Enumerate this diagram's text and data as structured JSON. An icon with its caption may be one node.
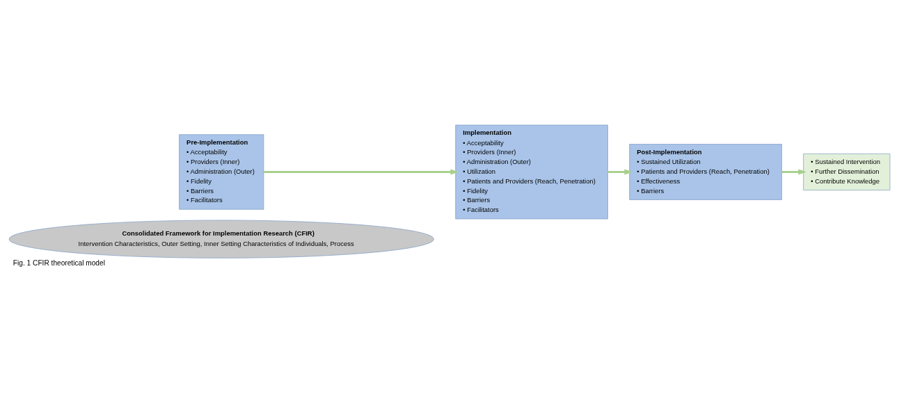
{
  "diagram": {
    "caption": "Fig. 1 CFIR theoretical model",
    "nodes": [
      {
        "text": [
          "Consolidated Framework for Implementation Research (CFIR)",
          "Intervention Characteristics, Outer Setting, Inner Setting Characteristics of Individuals, Process"
        ]
      },
      {
        "text": [
          "Pre-Implementation",
          "• Acceptability",
          "• Providers (Inner)",
          "• Administration (Outer)",
          "• Fidelity",
          "• Barriers",
          "• Facilitators"
        ]
      },
      {
        "text": [
          "Implementation",
          "• Acceptability",
          "• Providers (Inner)",
          "• Administration (Outer)",
          "• Utilization",
          "• Patients and Providers (Reach, Penetration)",
          "• Fidelity",
          "• Barriers",
          "• Facilitators"
        ]
      },
      {
        "text": [
          "Post-Implementation",
          "• Sustained Utilization",
          "• Patients and Providers (Reach, Penetration)",
          "• Effectiveness",
          "• Barriers"
        ]
      },
      {
        "text": [
          "• Sustained Intervention",
          "• Further Dissemination",
          "• Contribute Knowledge"
        ]
      }
    ],
    "edges": [
      {
        "from": 1,
        "to": 2,
        "arrow": "to"
      },
      {
        "from": 2,
        "to": 3,
        "arrow": "to"
      },
      {
        "from": 3,
        "to": 4,
        "arrow": "to"
      }
    ]
  }
}
